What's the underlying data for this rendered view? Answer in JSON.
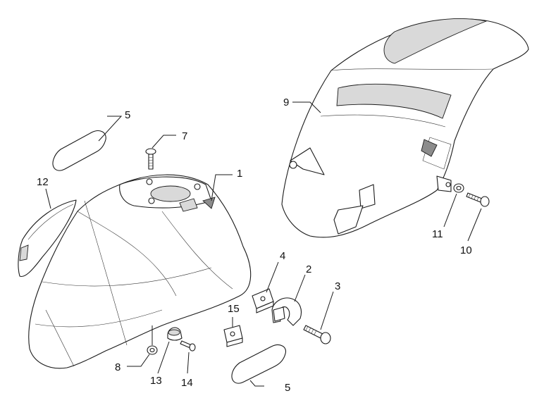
{
  "callouts": {
    "n1": "1",
    "n2": "2",
    "n3": "3",
    "n4": "4",
    "n5a": "5",
    "n5b": "5",
    "n7": "7",
    "n8": "8",
    "n9": "9",
    "n10": "10",
    "n11": "11",
    "n12": "12",
    "n13": "13",
    "n14": "14",
    "n15": "15"
  }
}
